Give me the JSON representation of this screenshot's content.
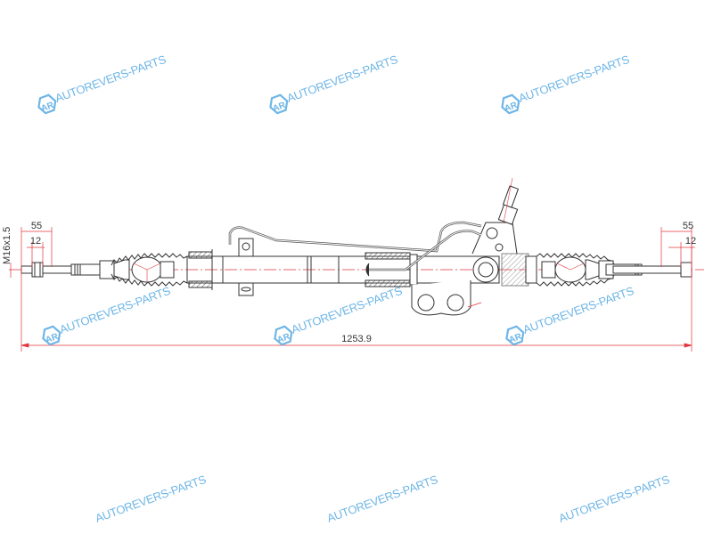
{
  "watermark": {
    "brand": "AUTOREVERS-PARTS",
    "logo": "AR",
    "color": "#6fb6e6"
  },
  "dimensions": {
    "overall_length": "1253.9",
    "left_thread_length": "55",
    "left_thread_offset": "12",
    "thread_spec": "M16x1.5",
    "right_thread_length": "55",
    "right_thread_offset": "12"
  },
  "colors": {
    "outline": "#333333",
    "dimension_line": "#e0363c",
    "hatch": "#555555"
  }
}
